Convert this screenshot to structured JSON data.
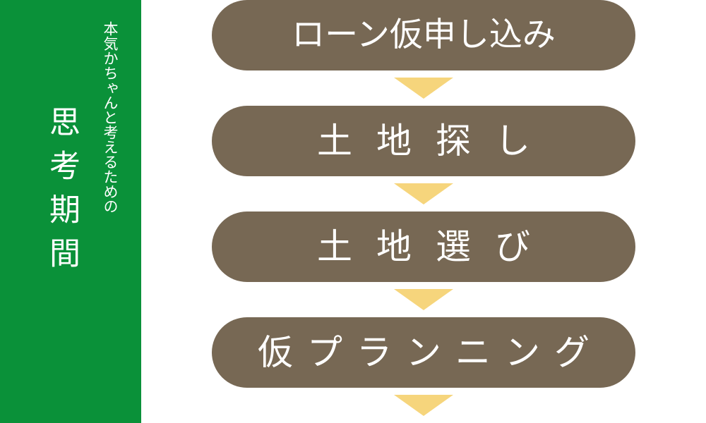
{
  "side_panel": {
    "title": "思考期間",
    "subtitle": "本気かちゃんと考えるための"
  },
  "steps": [
    {
      "label": "ローン仮申し込み"
    },
    {
      "label": "土地探し"
    },
    {
      "label": "土地選び"
    },
    {
      "label": "仮プランニング"
    }
  ],
  "colors": {
    "side_panel": "#0a9139",
    "step_box": "#776854",
    "arrow": "#f6d57c",
    "text": "#ffffff"
  }
}
